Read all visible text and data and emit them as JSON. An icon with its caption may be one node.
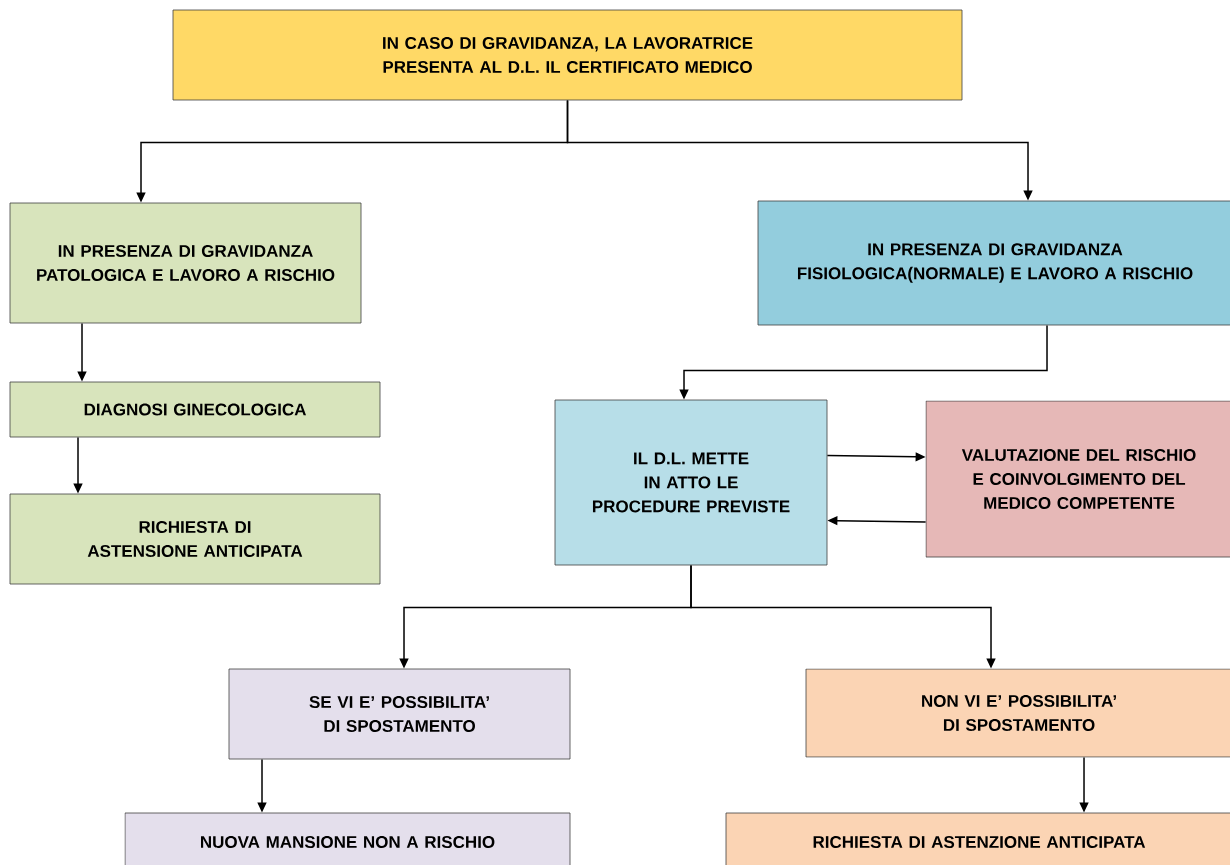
{
  "diagram": {
    "nodes": [
      {
        "text": [
          "IN CASO DI GRAVIDANZA, LA LAVORATRICE PRESENTA AL D.L. IL CERTIFICATO MEDICO"
        ]
      },
      {
        "text": [
          "IN PRESENZA DI GRAVIDANZA PATOLOGICA E LAVORO A RISCHIO"
        ]
      },
      {
        "text": [
          "DIAGNOSI GINECOLOGICA"
        ]
      },
      {
        "text": [
          "RICHIESTA DI ASTENSIONE ANTICIPATA"
        ]
      },
      {
        "text": [
          "IN PRESENZA DI GRAVIDANZA FISIOLOGICA(NORMALE) E LAVORO A RISCHIO"
        ]
      },
      {
        "text": [
          "IL D.L. METTE IN ATTO LE PROCEDURE PREVISTE"
        ]
      },
      {
        "text": [
          "VALUTAZIONE DEL RISCHIO E COINVOLGIMENTO DEL MEDICO COMPETENTE"
        ]
      },
      {
        "text": [
          "SE VI E’ POSSIBILITA’ DI SPOSTAMENTO"
        ]
      },
      {
        "text": [
          "NON VI E’ POSSIBILITA’ DI SPOSTAMENTO"
        ]
      },
      {
        "text": [
          "NUOVA MANSIONE NON A RISCHIO"
        ]
      },
      {
        "text": [
          "RICHIESTA DI ASTENZIONE ANTICIPATA"
        ]
      }
    ],
    "edges": [
      {
        "from": 0,
        "to": 1,
        "arrow": "to"
      },
      {
        "from": 0,
        "to": 4,
        "arrow": "to"
      },
      {
        "from": 1,
        "to": 2,
        "arrow": "to"
      },
      {
        "from": 2,
        "to": 3,
        "arrow": "to"
      },
      {
        "from": 4,
        "to": 5,
        "arrow": "to"
      },
      {
        "from": 5,
        "to": 6,
        "arrow": "to"
      },
      {
        "from": 6,
        "to": 5,
        "arrow": "to"
      },
      {
        "from": 5,
        "to": 7,
        "arrow": "to"
      },
      {
        "from": 5,
        "to": 8,
        "arrow": "to"
      },
      {
        "from": 7,
        "to": 9,
        "arrow": "to"
      },
      {
        "from": 8,
        "to": 10,
        "arrow": "to"
      }
    ]
  }
}
